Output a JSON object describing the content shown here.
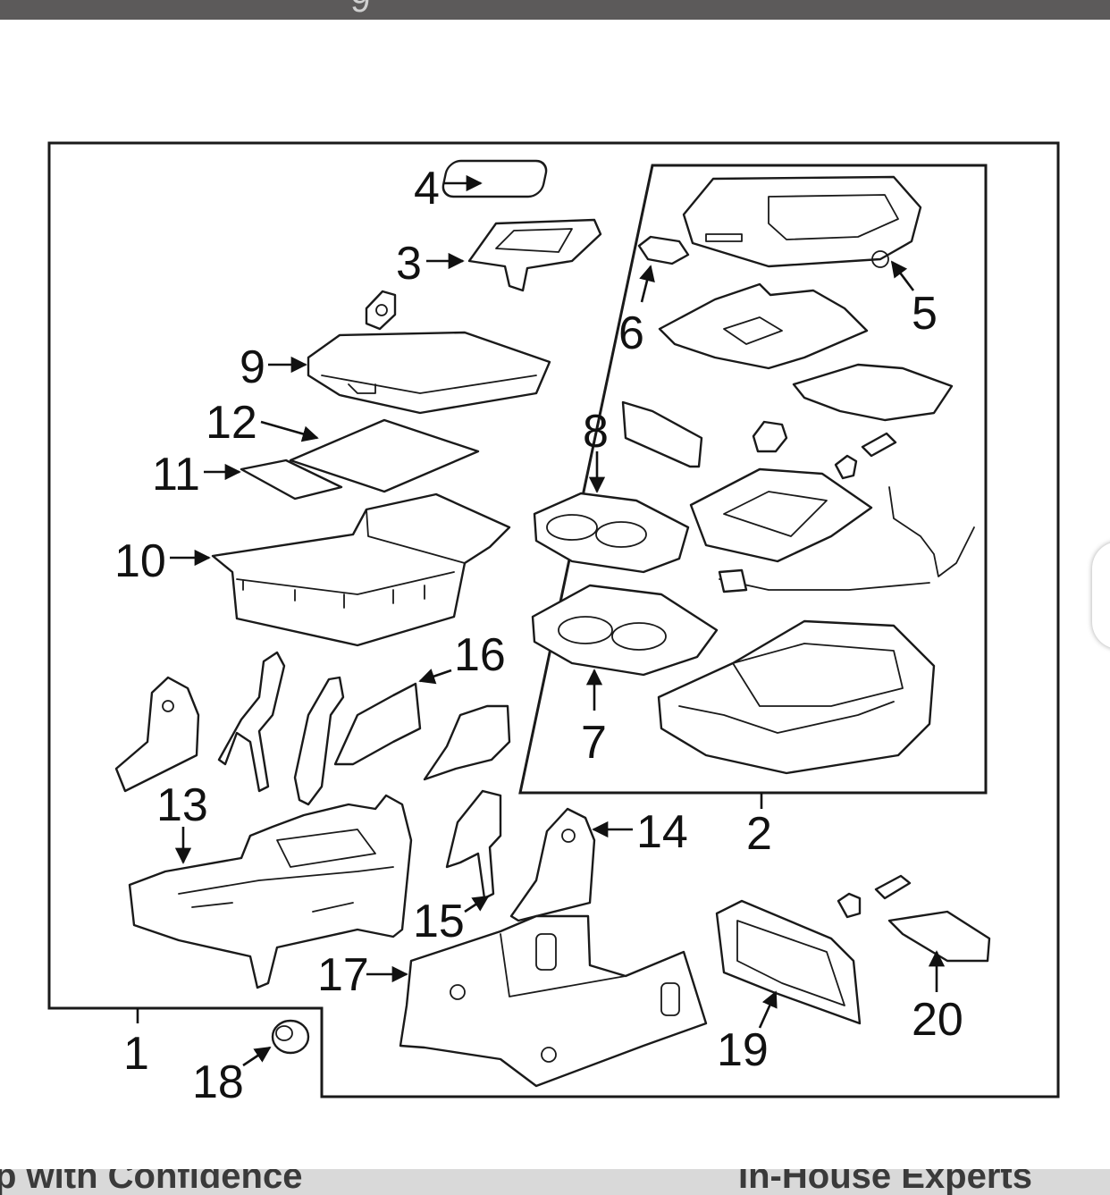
{
  "diagram": {
    "callouts": [
      "1",
      "2",
      "3",
      "4",
      "5",
      "6",
      "7",
      "8",
      "9",
      "10",
      "11",
      "12",
      "13",
      "14",
      "15",
      "16",
      "17",
      "18",
      "19",
      "20"
    ]
  },
  "page": {
    "top_strip_text": "9",
    "bottom_left_text": "p with Confidence",
    "bottom_right_text": "In-House Experts"
  },
  "colors": {
    "line": "#1a1a1a",
    "background": "#ffffff",
    "top_strip": "#5c5a5a",
    "bottom_strip": "#d9d9d9"
  }
}
